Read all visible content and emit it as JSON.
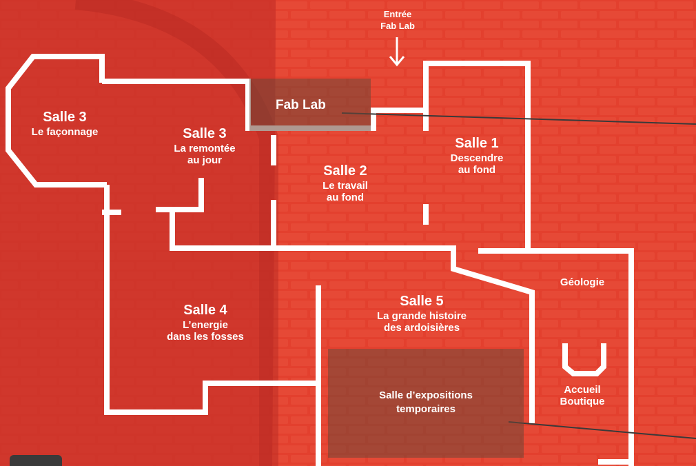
{
  "entrance": {
    "line1": "Entrée",
    "line2": "Fab Lab"
  },
  "rooms": [
    {
      "id": "salle3-faconnage",
      "title": "Salle 3",
      "lines": [
        "Le façonnage"
      ]
    },
    {
      "id": "salle3-remontee",
      "title": "Salle 3",
      "lines": [
        "La remontée",
        "au jour"
      ]
    },
    {
      "id": "salle2",
      "title": "Salle 2",
      "lines": [
        "Le travail",
        "au fond"
      ]
    },
    {
      "id": "salle1",
      "title": "Salle 1",
      "lines": [
        "Descendre",
        "au fond"
      ]
    },
    {
      "id": "salle4",
      "title": "Salle 4",
      "lines": [
        "L’energie",
        "dans les fosses"
      ]
    },
    {
      "id": "salle5",
      "title": "Salle 5",
      "lines": [
        "La grande histoire",
        "des ardoisières"
      ]
    }
  ],
  "areas": {
    "fablab": "Fab Lab",
    "geologie": "Géologie",
    "accueil_line1": "Accueil",
    "accueil_line2": "Boutique",
    "expo_line1": "Salle d’expositions",
    "expo_line2": "temporaires"
  },
  "colors": {
    "background": "#e03a2a",
    "walls": "#ffffff",
    "highlight_zone": "#6e4637",
    "callout_line": "#3a3a3a"
  }
}
